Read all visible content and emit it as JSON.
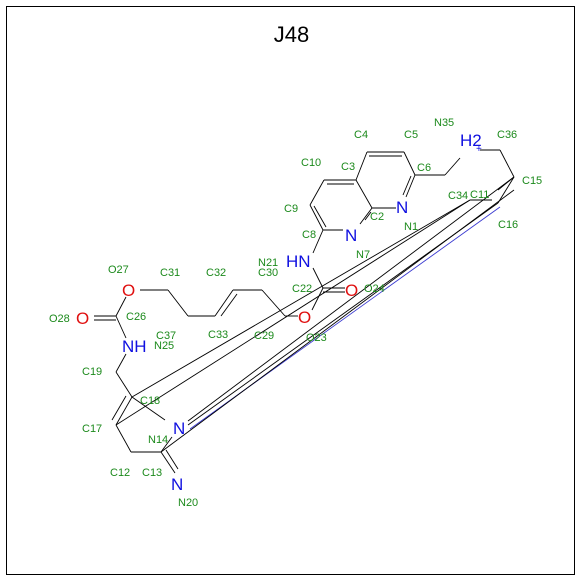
{
  "title": "J48",
  "colors": {
    "label": "#1c8a1c",
    "nitrogen": "#1010e0",
    "oxygen": "#e01010",
    "bond": "#000000",
    "frame": "#000000"
  },
  "atoms": [
    {
      "id": "N1",
      "element": "N",
      "symbol": "N",
      "label": "N1"
    },
    {
      "id": "C2",
      "element": "C",
      "label": "C2"
    },
    {
      "id": "C3",
      "element": "C",
      "label": "C3"
    },
    {
      "id": "C4",
      "element": "C",
      "label": "C4"
    },
    {
      "id": "C5",
      "element": "C",
      "label": "C5"
    },
    {
      "id": "C6",
      "element": "C",
      "label": "C6"
    },
    {
      "id": "N7",
      "element": "N",
      "symbol": "N",
      "label": "N7"
    },
    {
      "id": "C8",
      "element": "C",
      "label": "C8"
    },
    {
      "id": "C9",
      "element": "C",
      "label": "C9"
    },
    {
      "id": "C10",
      "element": "C",
      "label": "C10"
    },
    {
      "id": "C11",
      "element": "C",
      "label": "C11"
    },
    {
      "id": "C12",
      "element": "C",
      "label": "C12"
    },
    {
      "id": "C13",
      "element": "C",
      "label": "C13"
    },
    {
      "id": "N14",
      "element": "N",
      "symbol": "N",
      "label": "N14"
    },
    {
      "id": "C15",
      "element": "C",
      "label": "C15"
    },
    {
      "id": "C16",
      "element": "C",
      "label": "C16"
    },
    {
      "id": "C17",
      "element": "C",
      "label": "C17"
    },
    {
      "id": "C18",
      "element": "C",
      "label": "C18"
    },
    {
      "id": "C19",
      "element": "C",
      "label": "C19"
    },
    {
      "id": "N20",
      "element": "N",
      "symbol": "N",
      "label": "N20"
    },
    {
      "id": "N21",
      "element": "N",
      "symbol": "HN",
      "label": "N21"
    },
    {
      "id": "C22",
      "element": "C",
      "label": "C22"
    },
    {
      "id": "O23",
      "element": "O",
      "symbol": "O",
      "label": "O23"
    },
    {
      "id": "O24",
      "element": "O",
      "symbol": "O",
      "label": "O24"
    },
    {
      "id": "N25",
      "element": "N",
      "symbol": "NH",
      "label": "N25"
    },
    {
      "id": "C26",
      "element": "C",
      "label": "C26"
    },
    {
      "id": "O27",
      "element": "O",
      "symbol": "O",
      "label": "O27"
    },
    {
      "id": "O28",
      "element": "O",
      "symbol": "O",
      "label": "O28"
    },
    {
      "id": "C29",
      "element": "C",
      "label": "C29"
    },
    {
      "id": "C30",
      "element": "C",
      "label": "C30"
    },
    {
      "id": "C31",
      "element": "C",
      "label": "C31"
    },
    {
      "id": "C32",
      "element": "C",
      "label": "C32"
    },
    {
      "id": "C33",
      "element": "C",
      "label": "C33"
    },
    {
      "id": "C34",
      "element": "C",
      "label": "C34"
    },
    {
      "id": "N35",
      "element": "N",
      "symbol": "H2",
      "charge": "+",
      "label": "N35"
    },
    {
      "id": "C36",
      "element": "C",
      "label": "C36"
    },
    {
      "id": "C37",
      "element": "C",
      "label": "C37"
    }
  ]
}
